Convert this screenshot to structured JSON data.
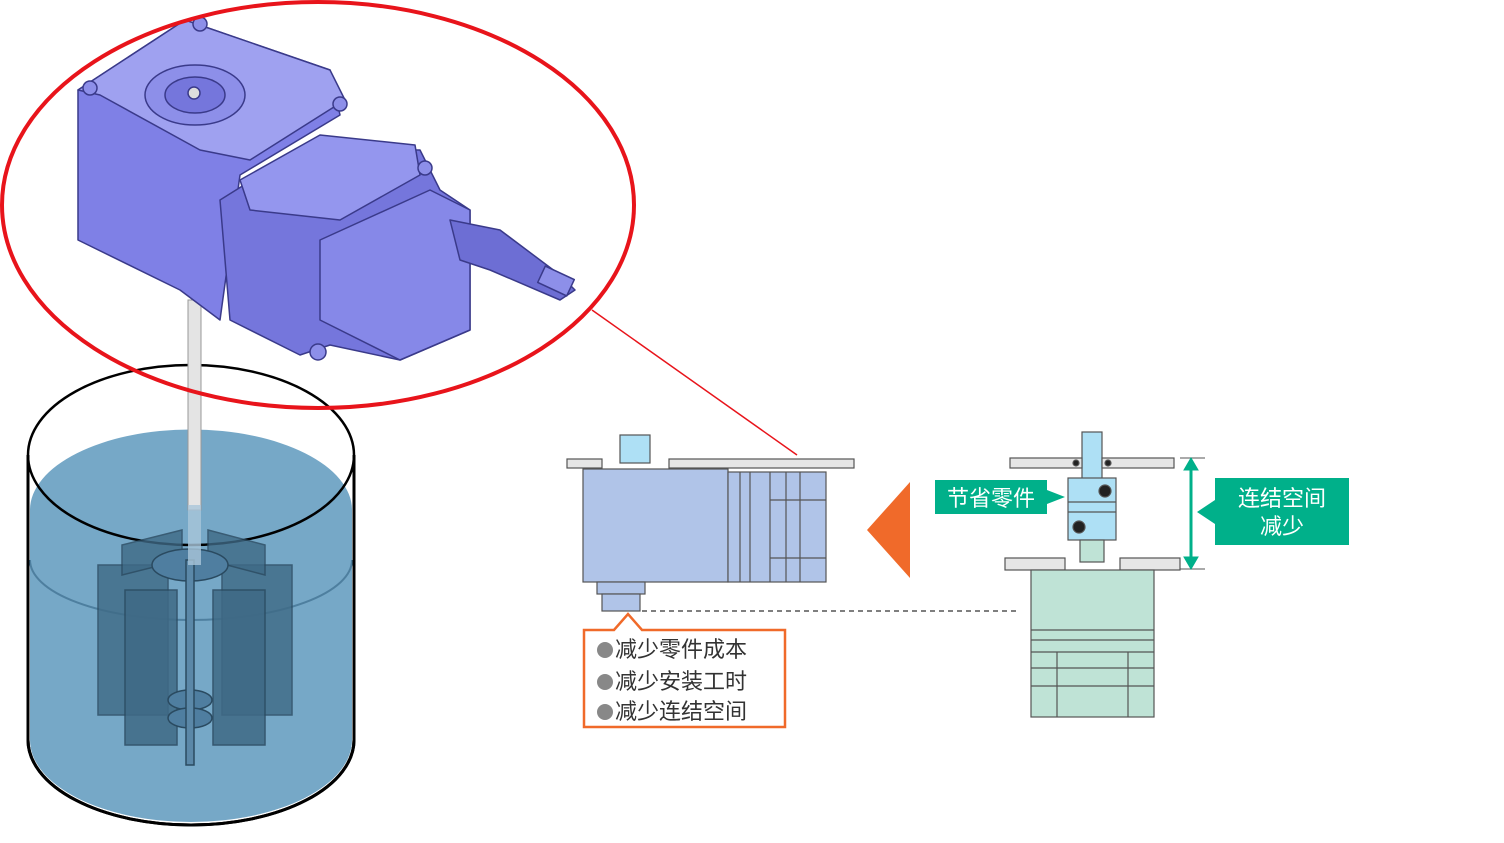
{
  "colors": {
    "highlight_ellipse": "#e8141b",
    "motor_purple": "#7f80e6",
    "water": "#6fa3c4",
    "callout_orange": "#f06a2a",
    "label_green": "#00b08a",
    "new_motor_blue": "#b0c4e8",
    "old_motor_green": "#bfe3d6",
    "coupling_blue": "#aee0f5"
  },
  "labels": {
    "save_parts": "节省零件",
    "connect_space_line1": "连结空间",
    "connect_space_line2": "减少"
  },
  "benefits": [
    "减少零件成本",
    "减少安装工时",
    "减少连结空间"
  ]
}
